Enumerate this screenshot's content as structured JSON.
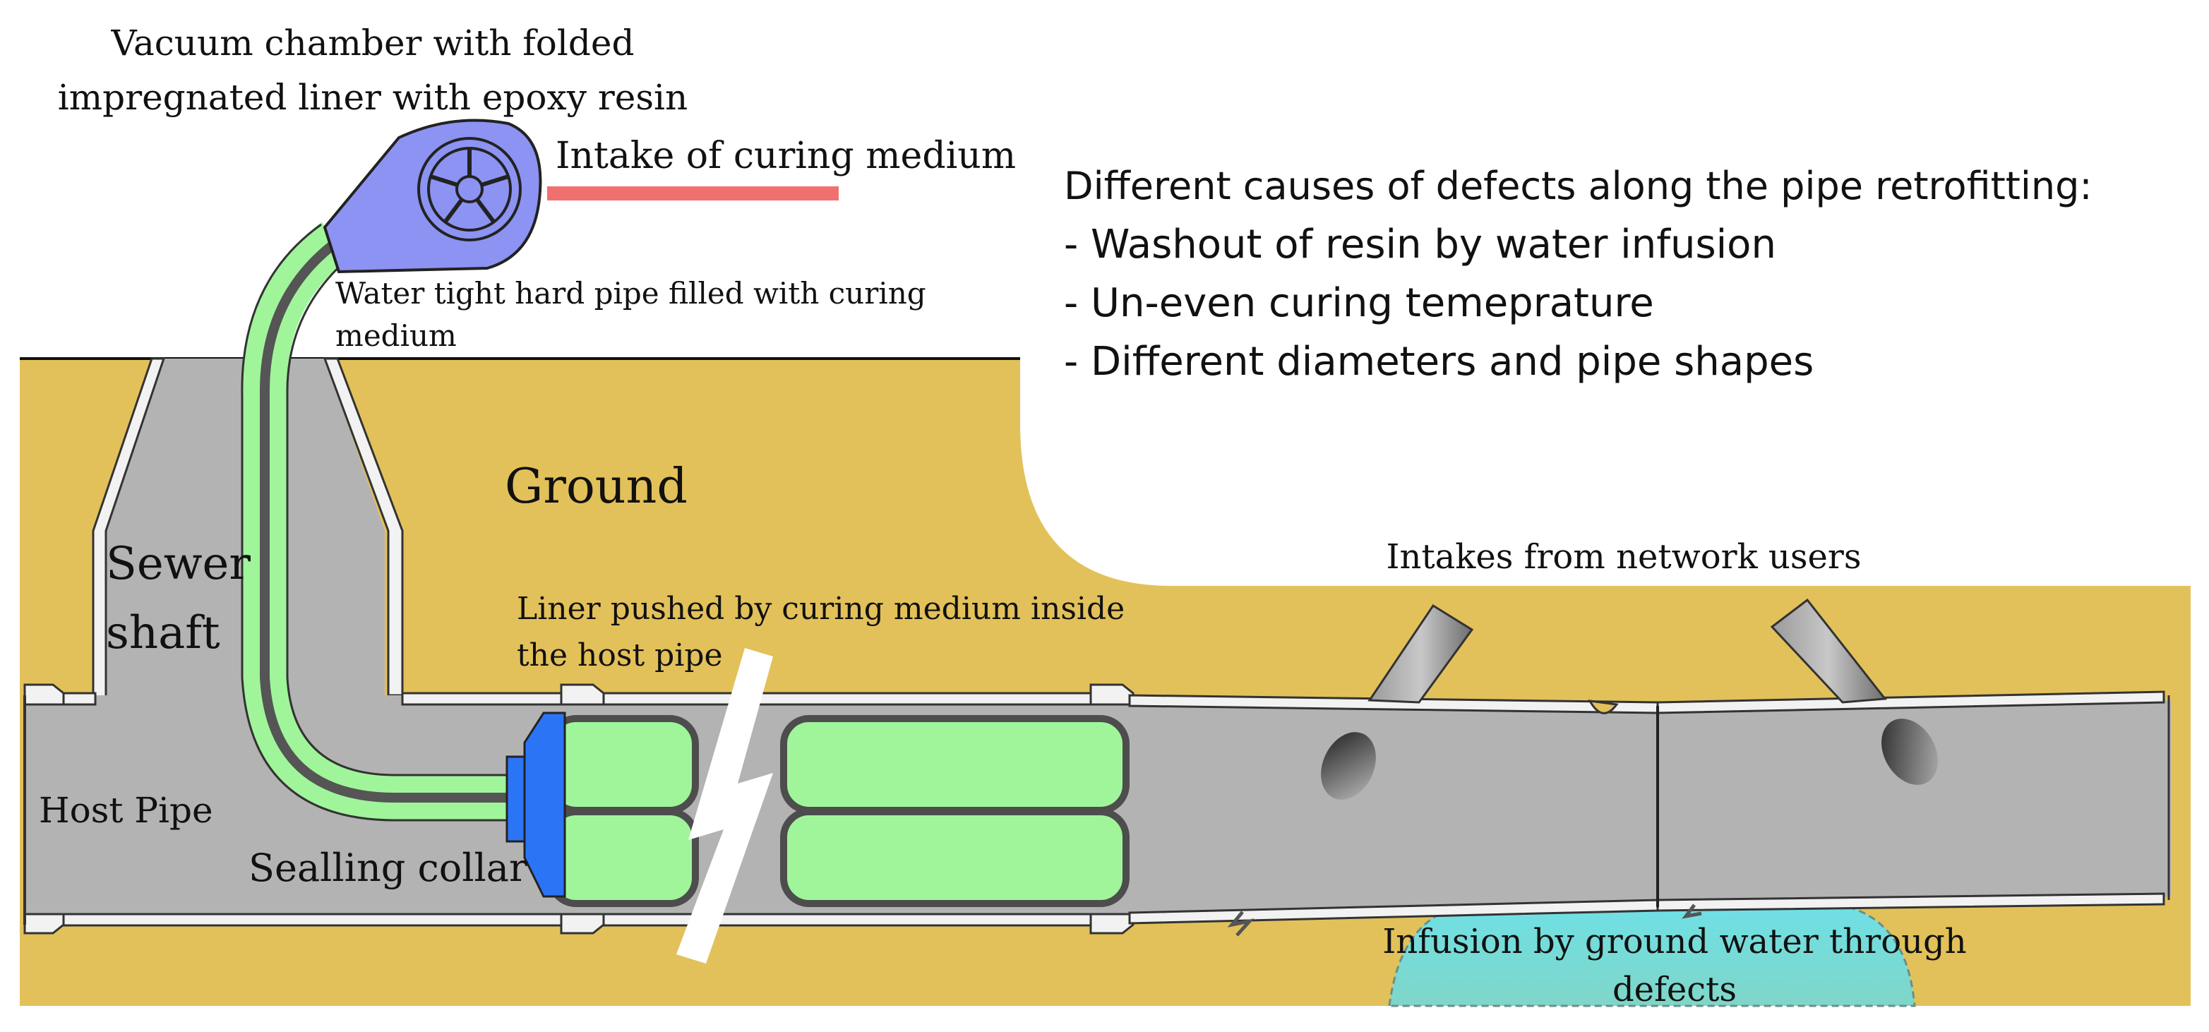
{
  "labels": {
    "vacuum_chamber_line1": "Vacuum chamber with folded",
    "vacuum_chamber_line2": "impregnated liner with epoxy resin",
    "intake_curing": "Intake of curing medium",
    "hard_pipe_line1": "Water tight hard pipe filled with curing",
    "hard_pipe_line2": "medium",
    "ground": "Ground",
    "sewer_shaft_line1": "Sewer",
    "sewer_shaft_line2": "shaft",
    "liner_pushed_line1": "Liner pushed by curing medium inside",
    "liner_pushed_line2": "the host pipe",
    "host_pipe": "Host Pipe",
    "sealing_collar": "Sealling collar",
    "intakes_users": "Intakes from network users",
    "infusion_line1": "Infusion by ground water through",
    "infusion_line2": "defects"
  },
  "defects_note": {
    "title": "Different causes of defects along the pipe retrofitting:",
    "items": [
      "- Washout of resin by water infusion",
      "- Un-even curing temeprature",
      "- Different diameters and pipe shapes"
    ]
  },
  "colors": {
    "ground": "#e3c15a",
    "pipe": "#b3b3b3",
    "pipe_outline": "#555555",
    "liner": "#a0f59a",
    "liner_outline": "#4d4d4d",
    "chamber": "#8c93f2",
    "collar": "#2b74f5",
    "intake_line": "#f07070",
    "water": "#6fd3d3"
  }
}
